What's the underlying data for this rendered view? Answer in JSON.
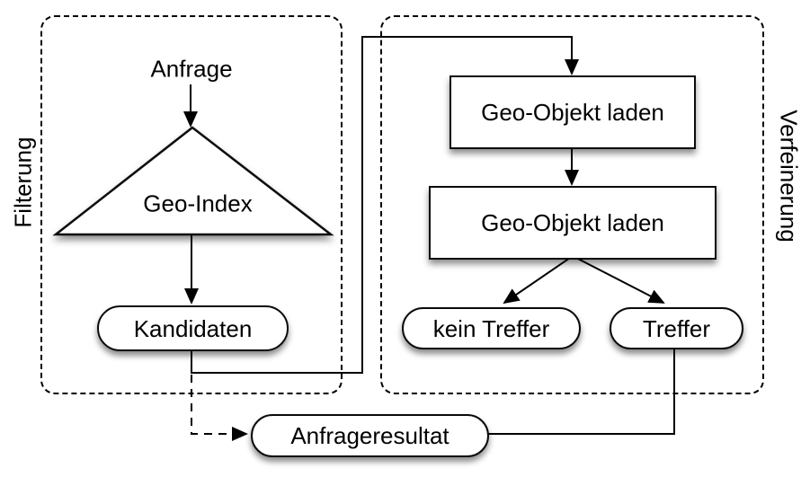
{
  "diagram": {
    "background": "#ffffff",
    "stroke_color": "#000000",
    "node_fill": "#ffffff",
    "groups": {
      "left": {
        "label": "Filterung"
      },
      "right": {
        "label": "Verfeinerung"
      }
    },
    "nodes": {
      "anfrage": {
        "label": "Anfrage",
        "shape": "text"
      },
      "geo_index": {
        "label": "Geo-Index",
        "shape": "triangle"
      },
      "kandidaten": {
        "label": "Kandidaten",
        "shape": "pill"
      },
      "geo_objekt_laden_1": {
        "label": "Geo-Objekt laden",
        "shape": "rect"
      },
      "geo_objekt_laden_2": {
        "label": "Geo-Objekt laden",
        "shape": "rect"
      },
      "kein_treffer": {
        "label": "kein Treffer",
        "shape": "pill"
      },
      "treffer": {
        "label": "Treffer",
        "shape": "pill"
      },
      "anfrageresultat": {
        "label": "Anfrageresultat",
        "shape": "pill"
      }
    },
    "edges": [
      {
        "from": "Anfrage",
        "to": "Geo-Index",
        "style": "solid-arrow"
      },
      {
        "from": "Geo-Index",
        "to": "Kandidaten",
        "style": "solid-arrow"
      },
      {
        "from": "Kandidaten",
        "to": "Geo-Objekt laden (1)",
        "style": "solid-arrow"
      },
      {
        "from": "Geo-Objekt laden (1)",
        "to": "Geo-Objekt laden (2)",
        "style": "solid-arrow"
      },
      {
        "from": "Geo-Objekt laden (2)",
        "to": "kein Treffer",
        "style": "solid-arrow"
      },
      {
        "from": "Geo-Objekt laden (2)",
        "to": "Treffer",
        "style": "solid-arrow"
      },
      {
        "from": "Treffer",
        "to": "Anfrageresultat",
        "style": "solid-line"
      },
      {
        "from": "Kandidaten",
        "to": "Anfrageresultat",
        "style": "dashed-arrow"
      }
    ]
  }
}
